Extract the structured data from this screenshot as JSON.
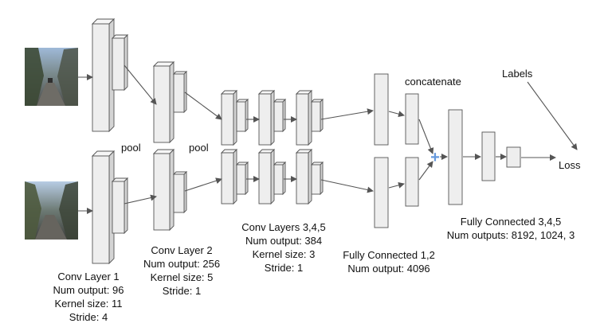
{
  "diagram": {
    "labels": {
      "pool_1": "pool",
      "pool_2": "pool",
      "concatenate": "concatenate",
      "labels": "Labels",
      "loss": "Loss",
      "plus_symbol": "+"
    },
    "conv1": {
      "title": "Conv Layer 1",
      "line1": "Num output: 96",
      "line2": "Kernel size: 11",
      "line3": "Stride: 4"
    },
    "conv2": {
      "title": "Conv Layer 2",
      "line1": "Num output: 256",
      "line2": "Kernel size: 5",
      "line3": "Stride: 1"
    },
    "conv345": {
      "title": "Conv Layers 3,4,5",
      "line1": "Num output: 384",
      "line2": "Kernel size: 3",
      "line3": "Stride: 1"
    },
    "fc12": {
      "title": "Fully Connected 1,2",
      "line1": "Num output: 4096"
    },
    "fc345": {
      "title": "Fully Connected 3,4,5",
      "line1": "Num outputs: 8192, 1024, 3"
    },
    "colors": {
      "block_face": "#eeeeee",
      "block_edge": "#555555",
      "arrow": "#555555",
      "plus": "#6699dd"
    }
  }
}
